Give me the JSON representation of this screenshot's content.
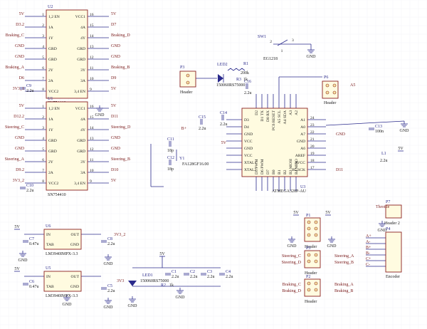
{
  "u2": {
    "ref": "U2",
    "part": "SN754410",
    "left_pins": [
      "1,2 EN",
      "1A",
      "1Y",
      "GRD",
      "GRD",
      "2Y",
      "2A",
      "VCC2"
    ],
    "left_nums": [
      "1",
      "2",
      "3",
      "4",
      "5",
      "6",
      "7",
      "8"
    ],
    "right_pins": [
      "VCC1",
      "4A",
      "4Y",
      "GRD",
      "GRD",
      "3Y",
      "3A",
      "3,4 EN"
    ],
    "right_nums": [
      "16",
      "15",
      "14",
      "13",
      "12",
      "11",
      "10",
      "9"
    ],
    "left_nets": [
      "5V",
      "D3.2",
      "Braking_C",
      "GND",
      "GND",
      "Braking_A",
      "D6",
      "3V3_1"
    ],
    "right_nets": [
      "5V",
      "D7",
      "Braking_D",
      "GND",
      "GND",
      "Braking_B",
      "D9",
      "5V"
    ]
  },
  "u1": {
    "ref": "U1",
    "part": "SN754410",
    "left_pins": [
      "1,2 EN",
      "1A",
      "1Y",
      "GRD",
      "GRD",
      "2Y",
      "2A",
      "VCC2"
    ],
    "left_nums": [
      "1",
      "2",
      "3",
      "4",
      "5",
      "6",
      "7",
      "8"
    ],
    "right_pins": [
      "VCC1",
      "4A",
      "4Y",
      "GRD",
      "GRD",
      "3Y",
      "3A",
      "3,4 EN"
    ],
    "right_nums": [
      "16",
      "15",
      "14",
      "13",
      "12",
      "11",
      "10",
      "9"
    ],
    "left_nets": [
      "5V",
      "D12.2",
      "Steering_C",
      "GND",
      "GND",
      "Steering_A",
      "D9.2",
      "3V3_2"
    ],
    "right_nets": [
      "5V",
      "D11",
      "Steering_D",
      "GND",
      "GND",
      "Steering_B",
      "D10",
      "5V"
    ]
  },
  "u3": {
    "ref": "U3",
    "part": "ATMEGA328P-AU",
    "left_pins": [
      "D3",
      "D4",
      "GND",
      "VCC",
      "GND",
      "VCC",
      "XTAL1",
      "XTAL2"
    ],
    "right_pins": [
      "A1",
      "A0",
      "A7",
      "GND",
      "A6",
      "AREF",
      "AVCC",
      "B5 SCK"
    ],
    "right_nums": [
      "24",
      "23",
      "22",
      "21",
      "20",
      "19",
      "18",
      "17"
    ],
    "top_pins": [
      "D2",
      "D1 TX",
      "D0 RX",
      "PC6 RESET",
      "A5 SCL",
      "A4 SDA",
      "A3",
      "A2"
    ],
    "bottom_pins": [
      "D5 PWM",
      "D6 PWM",
      "D7",
      "B0",
      "B1",
      "B2",
      "B3 MOSI",
      "B4 MISO"
    ],
    "right_nets": [
      "",
      "",
      "GND",
      "",
      "",
      "",
      "",
      "D11"
    ]
  },
  "u6": {
    "ref": "U6",
    "part": "LM3940IMPX-3.3",
    "pins": [
      "IN",
      "OUT",
      "TAB",
      "GND"
    ],
    "in": "5V",
    "out": "3V3_2"
  },
  "u5": {
    "ref": "U5",
    "part": "LM3940IMPX-3.3",
    "pins": [
      "IN",
      "OUT",
      "TAB",
      "GND"
    ],
    "in": "5V",
    "out": "3V3"
  },
  "caps": {
    "c9": [
      "C9",
      "2.2u"
    ],
    "c10": [
      "C10",
      "2.2u"
    ],
    "c15": [
      "C15",
      "2.2u"
    ],
    "c14": [
      "C14",
      "2.2u"
    ],
    "c16": [
      "C16",
      "2.2u"
    ],
    "c11": [
      "C11",
      "18p"
    ],
    "c12": [
      "C12",
      "18p"
    ],
    "c13": [
      "C13",
      "100n"
    ],
    "c7": [
      "C7",
      "0.47u"
    ],
    "c8": [
      "C8",
      "2.2u"
    ],
    "c6": [
      "C6",
      "0.47u"
    ],
    "c5": [
      "C5",
      "2.2u"
    ],
    "c1": [
      "C1",
      "2.2u"
    ],
    "c2": [
      "C2",
      "2.2u"
    ],
    "c3": [
      "C3",
      "2.2u"
    ],
    "c4": [
      "C4",
      "2.2u"
    ]
  },
  "y1": {
    "ref": "Y1",
    "part": "FA128GF16.00"
  },
  "l1": {
    "ref": "L1",
    "value": "2.2u"
  },
  "r1": {
    "ref": "R1",
    "value": "200k"
  },
  "r3": {
    "ref": "R3",
    "value": "1k"
  },
  "r2": {
    "ref": "R2",
    "value": "1k"
  },
  "sw1": {
    "ref": "SW1",
    "part": "EG1218",
    "pins": [
      "2",
      "3",
      "1"
    ]
  },
  "led2": {
    "ref": "LED2",
    "part": "150060RS75000"
  },
  "led1": {
    "ref": "LED1",
    "part": "150060RS75000"
  },
  "p3": {
    "ref": "P3",
    "label": "Header"
  },
  "p6": {
    "ref": "P6",
    "label": "Header",
    "net": "A5"
  },
  "p1": {
    "ref": "P1",
    "label": "Header"
  },
  "p5": {
    "ref": "P5",
    "label": "Header",
    "nets_l": [
      "Steering_C",
      "Steering_D"
    ],
    "nets_r": [
      "Steering_A",
      "Steering_B"
    ]
  },
  "p2": {
    "ref": "P2",
    "label": "Header",
    "nets_l": [
      "Braking_C",
      "Braking_D"
    ],
    "nets_r": [
      "Braking_A",
      "Braking_B"
    ]
  },
  "p7": {
    "ref": "P7",
    "label": "Header 2",
    "net": "Throttle"
  },
  "p4": {
    "ref": "P4",
    "label": "Encoder",
    "nets": [
      "A+",
      "A-",
      "B+",
      "B-",
      "C+",
      "C-"
    ]
  },
  "nets": {
    "gnd": "GND",
    "v5": "5V",
    "v3": "3V3",
    "v3_1": "3V3_1",
    "v3_2": "3V3_2",
    "b": "B+"
  }
}
